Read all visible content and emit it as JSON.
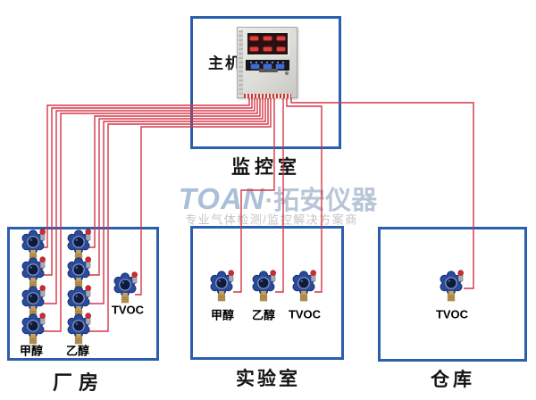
{
  "watermark": {
    "brand_latin": "TOAN",
    "brand_cjk": "·拓安仪器",
    "tagline": "专业气体检测/监控解决方案商"
  },
  "control_room": {
    "label": "监控室",
    "host_label": "主机"
  },
  "rooms": [
    {
      "name": "厂房",
      "detector_labels": [
        "甲醇",
        "乙醇",
        "TVOC"
      ],
      "detector_counts": [
        4,
        4,
        1
      ]
    },
    {
      "name": "实验室",
      "detector_labels": [
        "甲醇",
        "乙醇",
        "TVOC"
      ],
      "detector_counts": [
        1,
        1,
        1
      ]
    },
    {
      "name": "仓库",
      "detector_labels": [
        "TVOC"
      ],
      "detector_counts": [
        1
      ]
    }
  ],
  "colors": {
    "wire_red": "#d63545",
    "box_border_blue": "#2b5fad",
    "detector_body_blue": "#2a4a9e",
    "alarm_cap_red": "#d9272e",
    "brass_fitting": "#c09a58",
    "watermark_blue": "#aabfd8",
    "watermark_gray": "#c4c4c4"
  }
}
